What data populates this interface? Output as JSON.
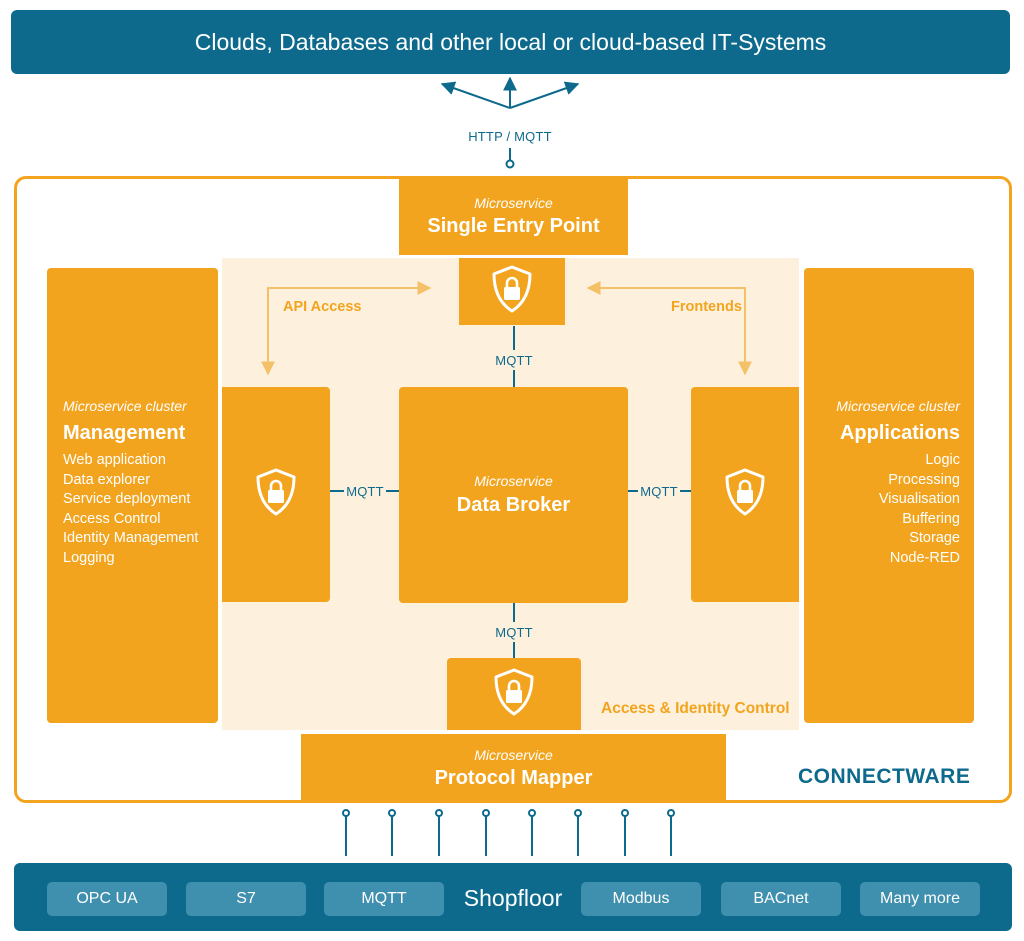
{
  "top_banner": {
    "title": "Clouds, Databases and other local or cloud-based IT-Systems"
  },
  "connections": {
    "http_mqtt": "HTTP / MQTT",
    "mqtt_top": "MQTT",
    "mqtt_left": "MQTT",
    "mqtt_right": "MQTT",
    "mqtt_bottom": "MQTT"
  },
  "single_entry_point": {
    "kind": "Microservice",
    "name": "Single Entry Point"
  },
  "api_access": "API Access",
  "frontends": "Frontends",
  "management": {
    "kind": "Microservice cluster",
    "name": "Management",
    "items": [
      "Web application",
      "Data explorer",
      "Service deployment",
      "Access Control",
      "Identity Management",
      "Logging"
    ]
  },
  "applications": {
    "kind": "Microservice cluster",
    "name": "Applications",
    "items": [
      "Logic",
      "Processing",
      "Visualisation",
      "Buffering",
      "Storage",
      "Node-RED"
    ]
  },
  "data_broker": {
    "kind": "Microservice",
    "name": "Data Broker"
  },
  "access_identity_control": "Access & Identity Control",
  "protocol_mapper": {
    "kind": "Microservice",
    "name": "Protocol Mapper"
  },
  "brand": "CONNECTWARE",
  "shopfloor": {
    "title": "Shopfloor",
    "protocols": [
      "OPC UA",
      "S7",
      "MQTT",
      "Modbus",
      "BACnet",
      "Many more"
    ]
  },
  "icons": {
    "shield": "shield-lock-icon",
    "arrow": "arrow-icon",
    "connector": "connector-dot-icon"
  },
  "colors": {
    "blue": "#0e6a8c",
    "orange": "#f2a41e",
    "pale_orange": "#fdf1dd",
    "pill": "#3f8fae",
    "white": "#ffffff"
  }
}
